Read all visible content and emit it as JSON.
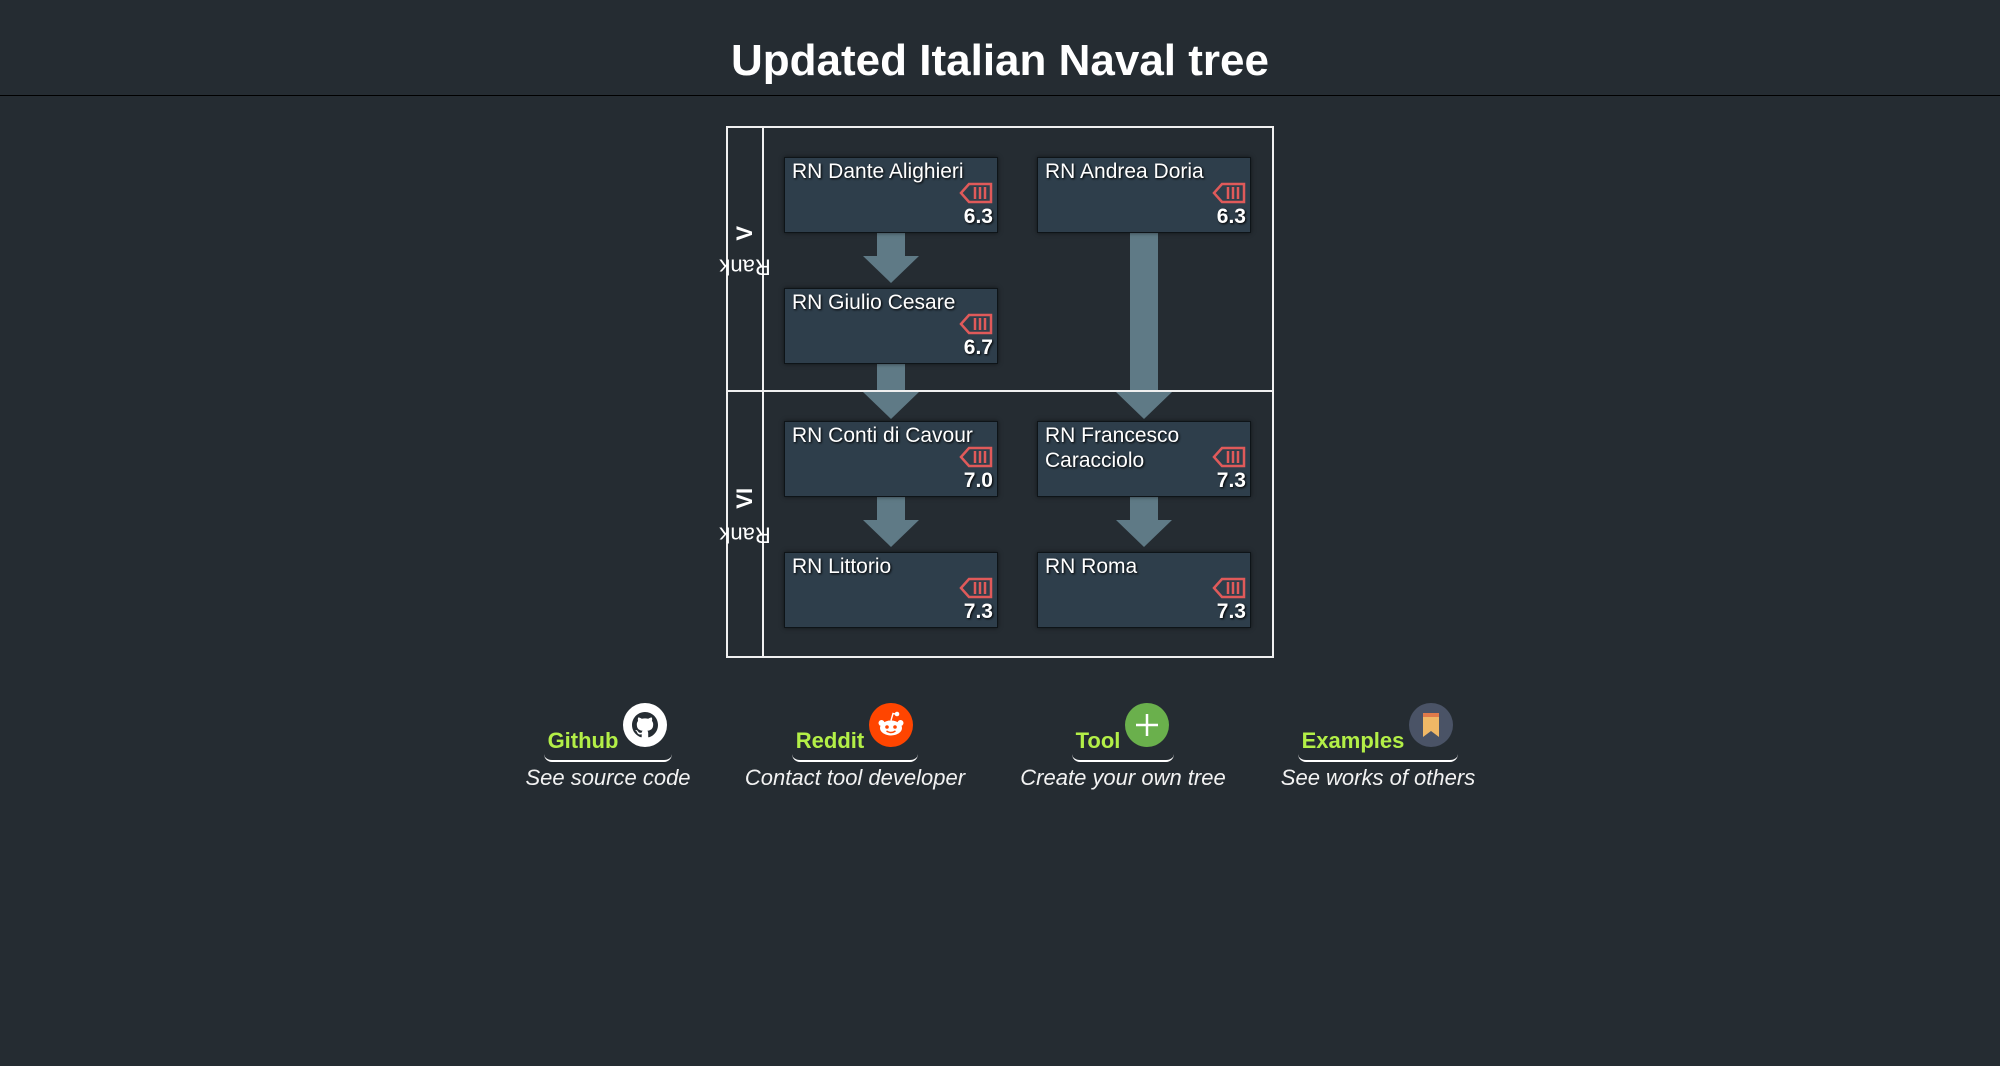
{
  "header": {
    "title": "Updated Italian Naval tree"
  },
  "tree": {
    "ranks": [
      {
        "prefix": "Rank ",
        "numeral": "V"
      },
      {
        "prefix": "Rank ",
        "numeral": "VI"
      }
    ],
    "nodes": [
      {
        "name": "RN Dante Alighieri",
        "br": "6.3",
        "icon": "battleship-class-icon"
      },
      {
        "name": "RN Andrea Doria",
        "br": "6.3",
        "icon": "battleship-class-icon"
      },
      {
        "name": "RN Giulio Cesare",
        "br": "6.7",
        "icon": "battleship-class-icon"
      },
      {
        "name": "RN Conti di Cavour",
        "br": "7.0",
        "icon": "battleship-class-icon"
      },
      {
        "name": "RN Francesco Caracciolo",
        "br": "7.3",
        "icon": "battleship-class-icon"
      },
      {
        "name": "RN Littorio",
        "br": "7.3",
        "icon": "battleship-class-icon"
      },
      {
        "name": "RN Roma",
        "br": "7.3",
        "icon": "battleship-class-icon"
      }
    ],
    "colors": {
      "node_background": "#2e3e4b",
      "connector": "#5f7a86",
      "class_icon": "#e05a5a"
    }
  },
  "links": [
    {
      "label": "Github",
      "description": "See source code",
      "icon": "github-icon"
    },
    {
      "label": "Reddit",
      "description": "Contact tool developer",
      "icon": "reddit-icon"
    },
    {
      "label": "Tool",
      "description": "Create your own tree",
      "icon": "plus-icon"
    },
    {
      "label": "Examples",
      "description": "See works of others",
      "icon": "bookmark-icon"
    }
  ],
  "colors": {
    "page_background": "#252c32",
    "link_accent": "#b3ef47"
  }
}
